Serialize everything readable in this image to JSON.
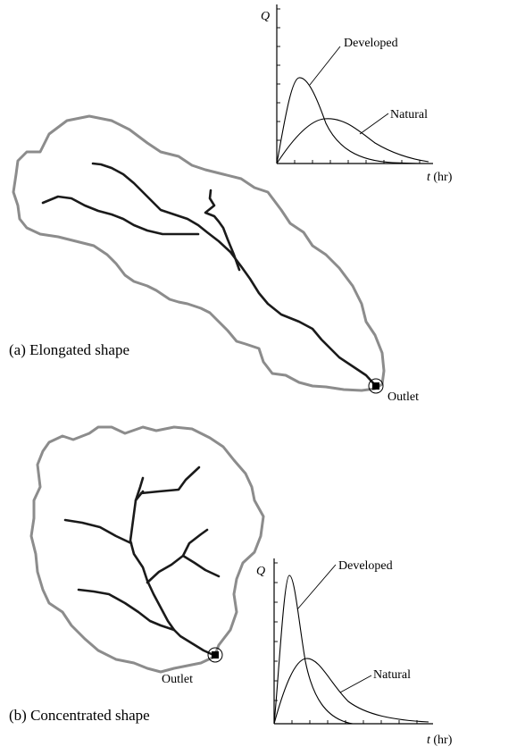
{
  "panel_a": {
    "caption": "(a) Elongated shape",
    "outlet_label": "Outlet",
    "hydrograph": {
      "y_axis_label": "Q",
      "x_axis_label_var": "t",
      "x_axis_label_unit": "(hr)",
      "developed_label": "Developed",
      "natural_label": "Natural"
    }
  },
  "panel_b": {
    "caption": "(b) Concentrated shape",
    "outlet_label": "Outlet",
    "hydrograph": {
      "y_axis_label": "Q",
      "x_axis_label_var": "t",
      "x_axis_label_unit": "(hr)",
      "developed_label": "Developed",
      "natural_label": "Natural"
    }
  },
  "colors": {
    "boundary": "#8c8c8c",
    "stream": "#1a1a1a",
    "curve": "#000000"
  }
}
